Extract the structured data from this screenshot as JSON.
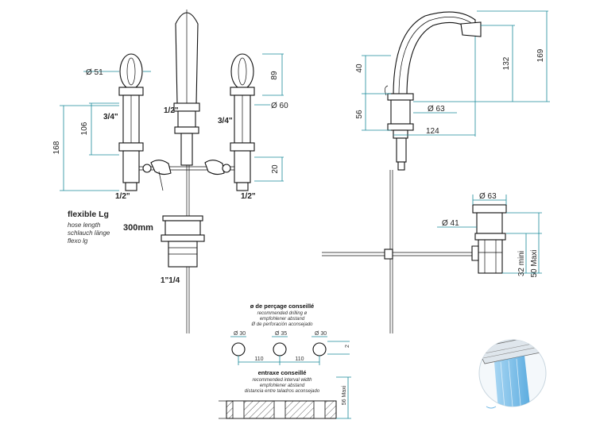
{
  "front_view": {
    "dims": {
      "d51": "Ø 51",
      "d89": "89",
      "d60": "Ø 60",
      "d106": "106",
      "d168": "168",
      "d20": "20",
      "t34_left": "3/4\"",
      "t12_top": "1/2\"",
      "t34_right": "3/4\"",
      "t12_left": "1/2\"",
      "t12_right": "1/2\"",
      "t114": "1\"1/4"
    },
    "hose": {
      "title": "flexible Lg",
      "line1": "hose length",
      "line2": "schlauch länge",
      "line3": "flexo lg",
      "length": "300mm"
    }
  },
  "side_view": {
    "dims": {
      "d169": "169",
      "d132": "132",
      "d40": "40",
      "d56": "56",
      "d63": "Ø 63",
      "d124": "124"
    }
  },
  "drain_view": {
    "dims": {
      "d63": "Ø 63",
      "d41": "Ø 41",
      "d32": "32 mini",
      "d50": "50 Maxi"
    }
  },
  "drilling": {
    "title": "ø de perçage conseillé",
    "line1": "recommended drilling ø",
    "line2": "empfohlener abstand",
    "line3": "Ø de perforación aconsejado",
    "d30a": "Ø 30",
    "d35": "Ø 35",
    "d30b": "Ø 30",
    "d2": "2",
    "s110a": "110",
    "s110b": "110"
  },
  "interval": {
    "title": "entraxe conseillé",
    "line1": "recommended interval width",
    "line2": "empfohlener abstand",
    "line3": "distancia entre taladros aconsejado",
    "d56": "56 Maxi"
  },
  "colors": {
    "dimension_lines": "#1a8a9a",
    "outline": "#111111",
    "water": "#6fb7e6"
  },
  "icons": [
    "waterfall-spout-icon"
  ]
}
